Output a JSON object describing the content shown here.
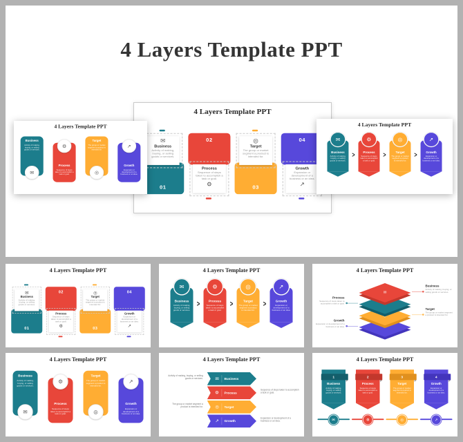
{
  "page": {
    "title": "4 Layers Template PPT",
    "background": "#b2b2b2"
  },
  "slide_title": "4 Layers Template PPT",
  "chevron": ">",
  "steps": [
    {
      "number": "01",
      "digit": "1",
      "label": "Business",
      "icon": "briefcase-icon",
      "glyph": "✉",
      "color": "#1C7D8C",
      "dark": "#135E6B",
      "desc": "Activity of making, buying, or selling goods or services."
    },
    {
      "number": "02",
      "digit": "2",
      "label": "Process",
      "icon": "gear-icon",
      "glyph": "⚙",
      "color": "#E8463A",
      "dark": "#C2372C",
      "desc": "Sequence of steps taken to accomplish a task or goal."
    },
    {
      "number": "03",
      "digit": "3",
      "label": "Target",
      "icon": "target-icon",
      "glyph": "◎",
      "color": "#FFAD33",
      "dark": "#E0901E",
      "desc": "The group or market segment a product is intended for."
    },
    {
      "number": "04",
      "digit": "4",
      "label": "Growth",
      "icon": "growth-icon",
      "glyph": "↗",
      "color": "#5748DB",
      "dark": "#4335BC",
      "desc": "Expansion or development of a business or an idea."
    }
  ],
  "stacked_layers": {
    "sides": [
      "right",
      "left",
      "right",
      "left"
    ],
    "colors": [
      "#E8463A",
      "#1C7D8C",
      "#FFAD33",
      "#5748DB"
    ],
    "darks": [
      "#C2372C",
      "#135E6B",
      "#E0901E",
      "#4335BC"
    ]
  },
  "hero_slides": [
    {
      "design": "rounded-cards"
    },
    {
      "design": "alt-cards"
    },
    {
      "design": "pennant-row"
    }
  ],
  "thumbnails": [
    {
      "design": "alt-cards"
    },
    {
      "design": "pennant-row"
    },
    {
      "design": "stacked-layers"
    },
    {
      "design": "rounded-cards"
    },
    {
      "design": "ribbon-stack"
    },
    {
      "design": "banner-medals"
    }
  ]
}
